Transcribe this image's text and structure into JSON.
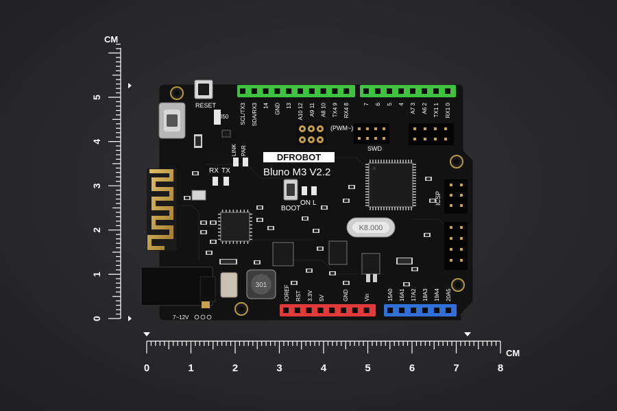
{
  "ruler": {
    "unit": "CM",
    "vertical_ticks": [
      "0",
      "1",
      "2",
      "3",
      "4",
      "5"
    ],
    "horizontal_ticks": [
      "0",
      "1",
      "2",
      "3",
      "4",
      "5",
      "6",
      "7",
      "8"
    ]
  },
  "board": {
    "brand": "DFROBOT",
    "model": "Bluno M3 V2.2",
    "reset_label": "RESET",
    "boot_label": "BOOT",
    "on_label": "ON",
    "l_label": "L",
    "rx_label": "RX",
    "tx_label": "TX",
    "link_label": "LINK",
    "par_label": "PAR",
    "swd_label": "SWD",
    "icsp_label": "ICSP",
    "pwm_label": "(PWM~)",
    "fuse_label": "050",
    "crystal_label": "K8.000",
    "inductor_label": "301",
    "power_label": "7~12V",
    "digital_labels_left": [
      "SCL/TX3",
      "SDA/RX3",
      "14",
      "GND",
      "13",
      "A10 12",
      "A9 11",
      "A8 10",
      "TX4 9",
      "RX4 8"
    ],
    "digital_labels_right": [
      "7",
      "6",
      "5",
      "4",
      "A7 3",
      "A6 2",
      "TX1 1",
      "RX1 0"
    ],
    "power_labels": [
      "IOREF",
      "RST",
      "3.3V",
      "5V",
      "GND",
      "Vin"
    ],
    "analog_labels": [
      "15A0",
      "16A1",
      "17A2",
      "18A3",
      "19A4",
      "20A5"
    ]
  },
  "colors": {
    "background": "#2b2b2d",
    "pcb": "#121212",
    "header_green": "#3fc23f",
    "header_red": "#e23a3a",
    "header_blue": "#2f6fd6",
    "antenna_gold": "#c9a14a"
  }
}
